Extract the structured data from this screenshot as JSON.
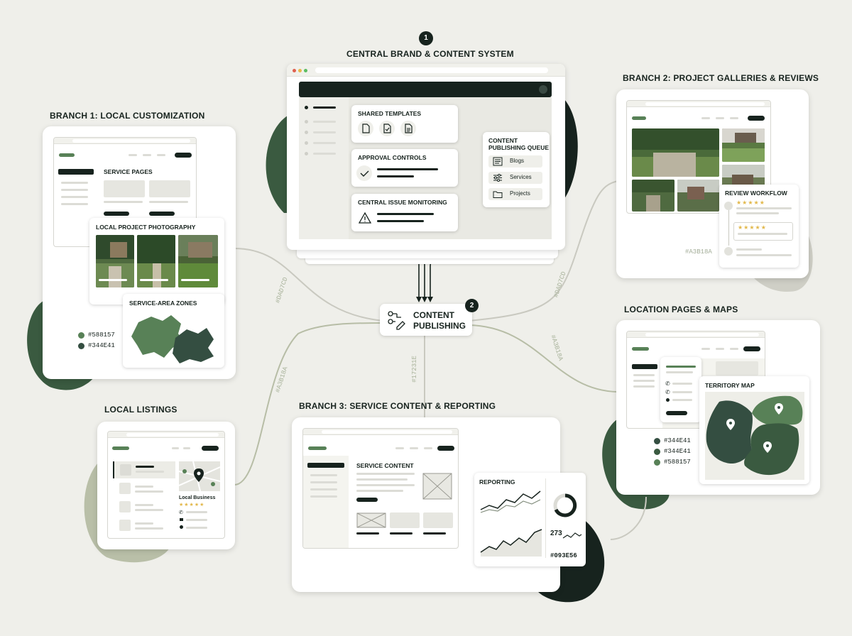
{
  "colors": {
    "background": "#efefea",
    "dark": "#17231e",
    "primary_green": "#344E41",
    "mid_green": "#3A5A40",
    "accent_green": "#588157",
    "sage": "#A3B18A",
    "light_sage": "#DAD7CD",
    "teal": "#093E56",
    "star": "#e2b84b"
  },
  "central": {
    "step": "1",
    "title": "CENTRAL BRAND & CONTENT SYSTEM",
    "shared_templates": "SHARED TEMPLATES",
    "approval_controls": "APPROVAL CONTROLS",
    "central_issue_monitoring": "CENTRAL ISSUE MONITORING",
    "queue_title_1": "CONTENT",
    "queue_title_2": "PUBLISHING QUEUE",
    "queue_items": [
      "Blogs",
      "Services",
      "Projects"
    ]
  },
  "hub": {
    "step": "2",
    "line1": "CONTENT",
    "line2": "PUBLISHING"
  },
  "branch1": {
    "title": "BRANCH 1: LOCAL CUSTOMIZATION",
    "service_pages": "SERVICE PAGES",
    "local_project_photography": "LOCAL PROJECT PHOTOGRAPHY",
    "service_area_zones": "SERVICE-AREA ZONES",
    "swatches": [
      {
        "hex": "#588157",
        "color": "#588157"
      },
      {
        "hex": "#344E41",
        "color": "#344E41"
      }
    ]
  },
  "branch2": {
    "title": "BRANCH 2: PROJECT GALLERIES & REVIEWS",
    "review_workflow": "REVIEW WORKFLOW",
    "hex": "#A3B18A",
    "stars": "★★★★★"
  },
  "location": {
    "title": "LOCATION PAGES & MAPS",
    "territory_map": "TERRITORY MAP",
    "swatches": [
      {
        "hex": "#344E41",
        "color": "#344E41"
      },
      {
        "hex": "#344E41",
        "color": "#3A5A40"
      },
      {
        "hex": "#588157",
        "color": "#588157"
      }
    ]
  },
  "listings": {
    "title": "LOCAL LISTINGS",
    "business": "Local Business",
    "stars": "★★★★★"
  },
  "branch3": {
    "title": "BRANCH 3: SERVICE CONTENT & REPORTING",
    "service_content": "SERVICE CONTENT",
    "reporting": "REPORTING",
    "metric": "273",
    "hex": "#093E56"
  },
  "connectors": {
    "left_top": "#DAD7CD",
    "right_top": "#DAD7CD",
    "left_bottom": "#A3B18A",
    "center_bottom": "#17231E",
    "right_bottom": "#A3B18A"
  }
}
